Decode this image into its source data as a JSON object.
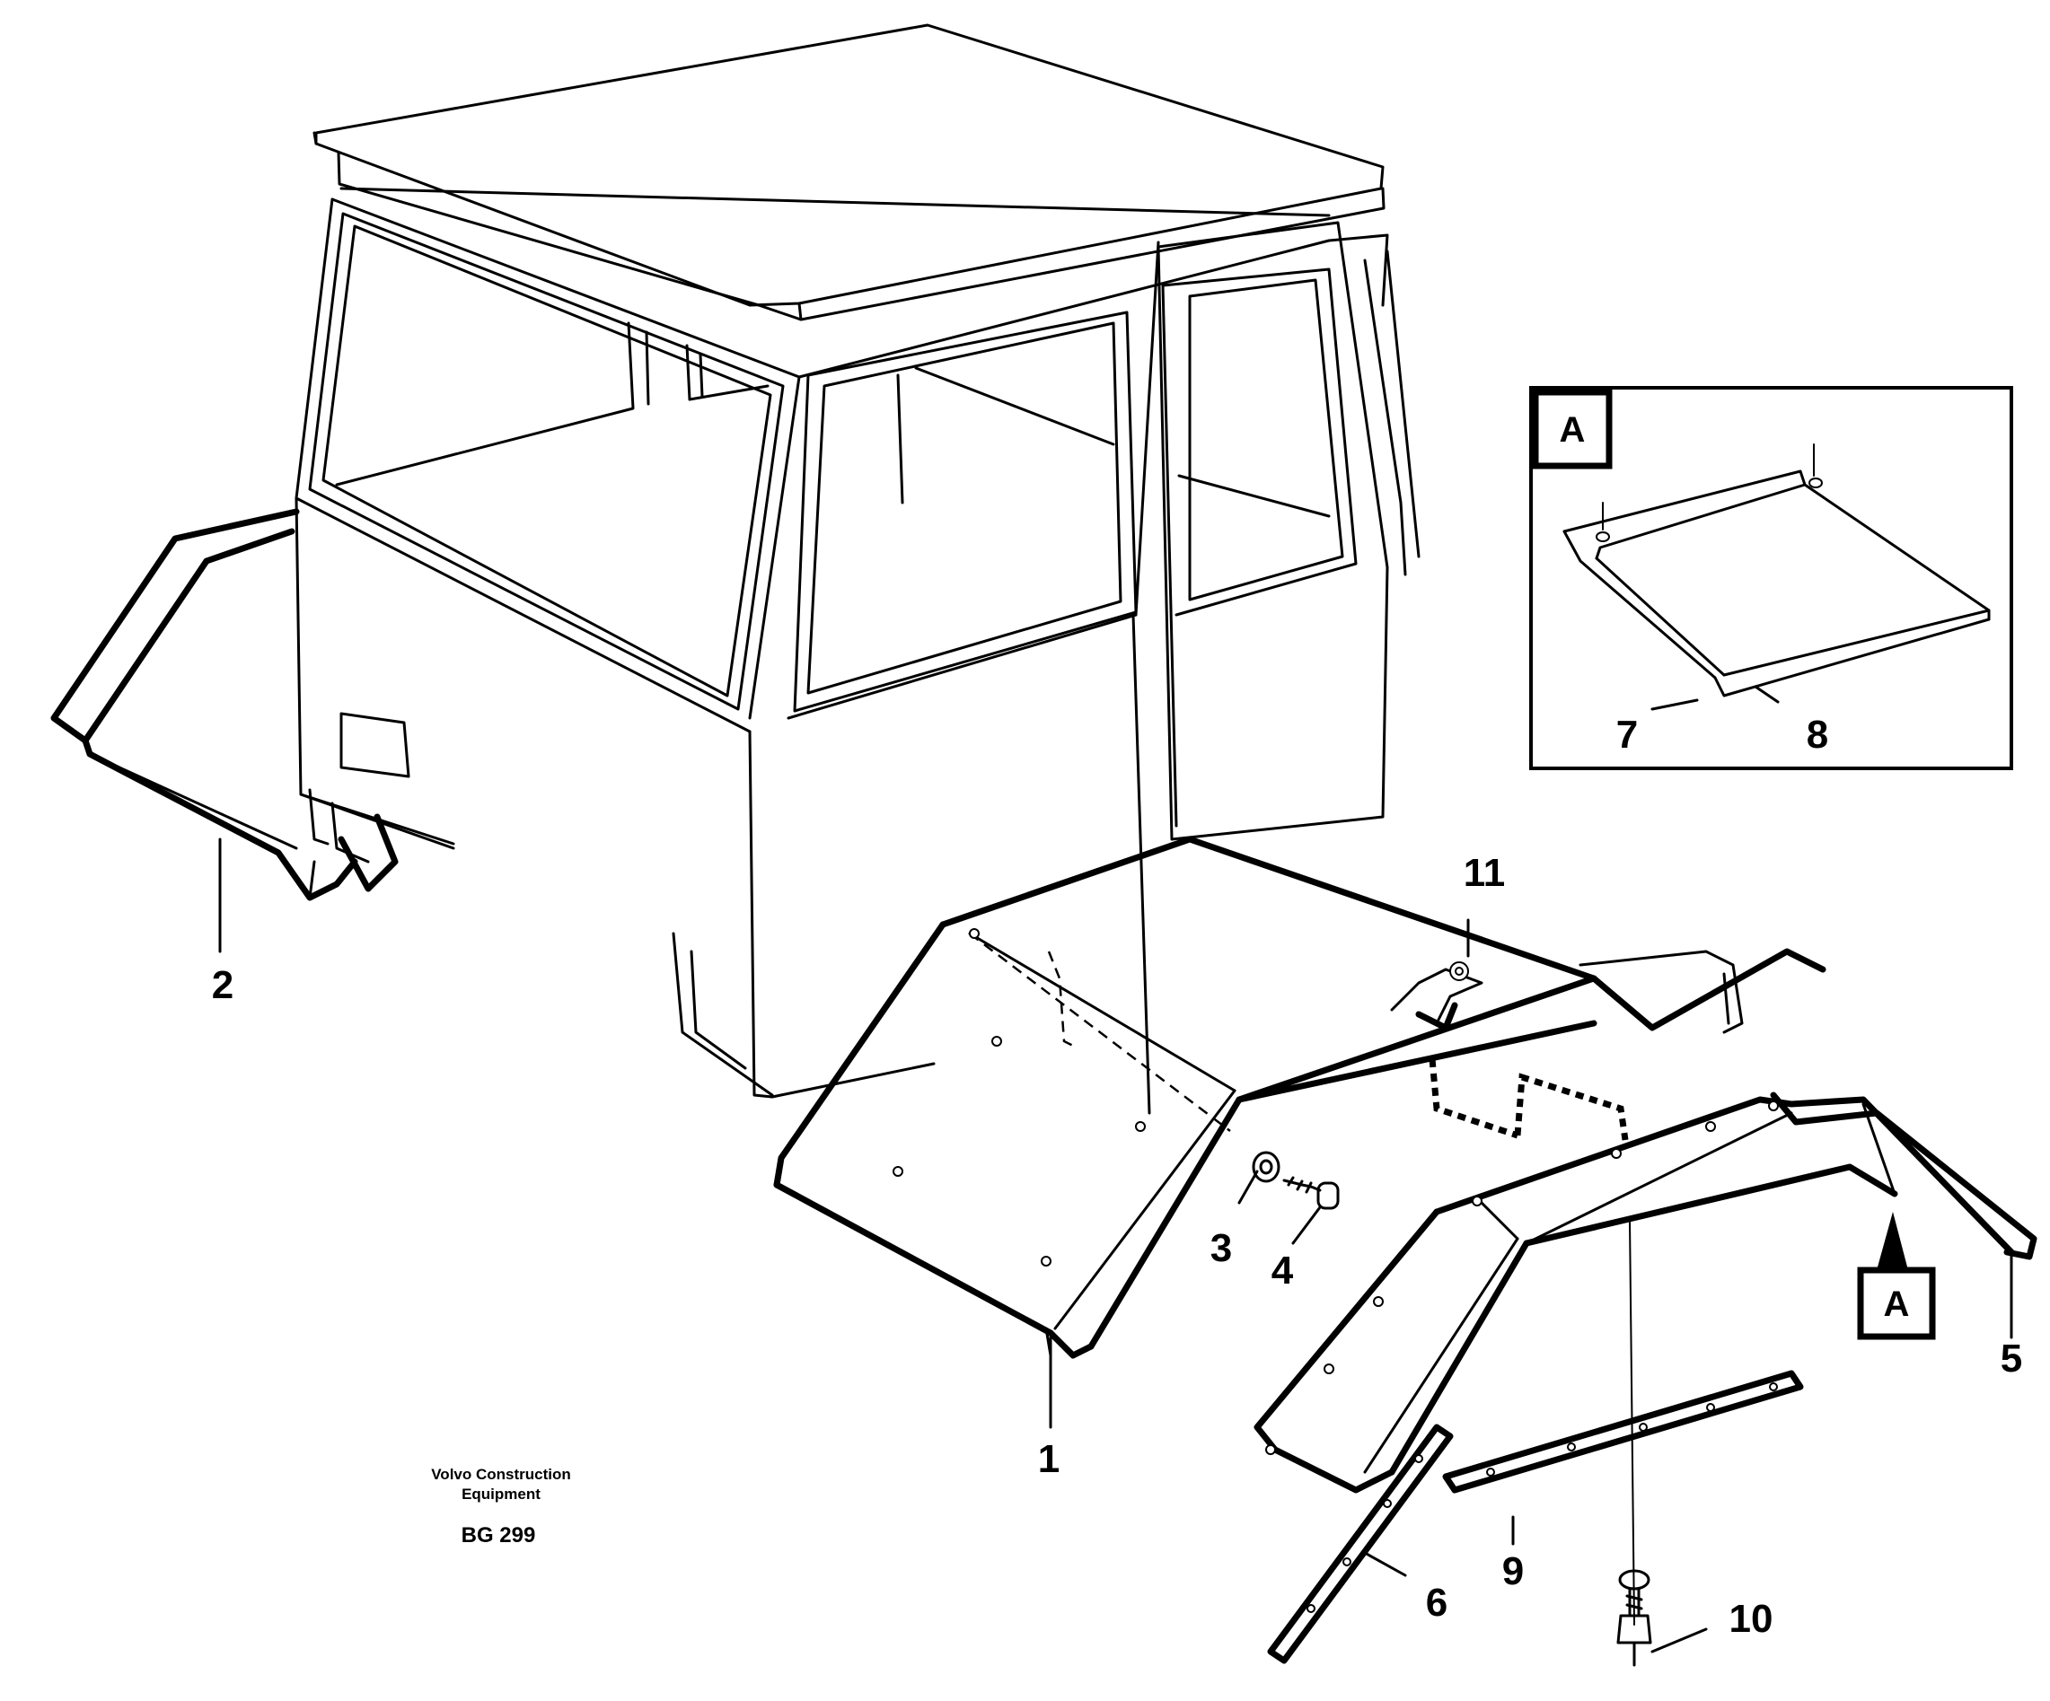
{
  "caption": {
    "line1": "Volvo Construction",
    "line2": "Equipment",
    "code": "BG 299"
  },
  "detail_box": {
    "label": "A",
    "callouts": [
      "7",
      "8"
    ]
  },
  "view_marker": {
    "label": "A"
  },
  "callouts": [
    "1",
    "2",
    "3",
    "4",
    "5",
    "6",
    "9",
    "10",
    "11"
  ],
  "parts": [
    "cab",
    "front-fender",
    "rear-left-fender",
    "washer",
    "bolt",
    "fender-bracket",
    "mounting-strip",
    "support-strip",
    "flap-plate-7",
    "flap-plate-8",
    "bolt-washer-10",
    "fastener-11"
  ]
}
